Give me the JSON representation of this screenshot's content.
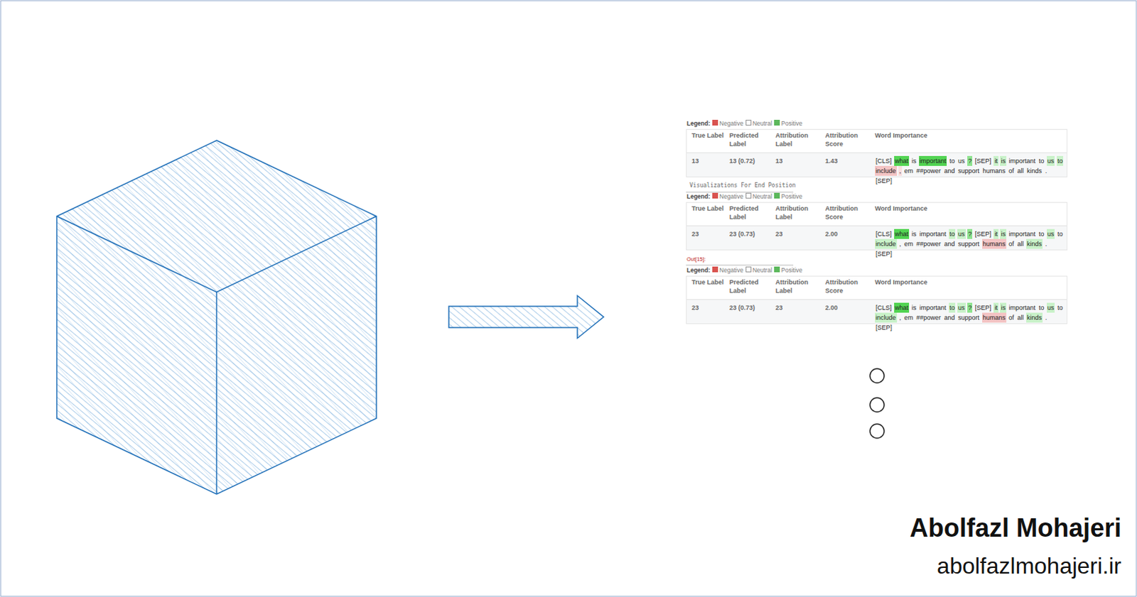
{
  "diagram": {
    "labels": [
      "Legend:",
      "True Label",
      "Predicted Label",
      "Attribution Label",
      "Attribution Score",
      "Word Importance",
      "13",
      "13 (0.72)",
      "13",
      "1.43",
      "[CLS]",
      "what",
      "is",
      "important",
      "to",
      "us",
      "?",
      "[SEP]",
      "it",
      "is",
      "important",
      "to",
      "us",
      "to",
      "include",
      ",",
      "em",
      "##power",
      "and",
      "support",
      "humans",
      "of",
      "all",
      "kinds",
      ".",
      "[SEP]",
      "Visualizations For End Position",
      "Legend:",
      "True Label",
      "Predicted Label",
      "Attribution Label",
      "Attribution Score",
      "Word Importance",
      "23",
      "23 (0.73)",
      "23",
      "2.00",
      "[CLS]",
      "what",
      "is",
      "important",
      "to",
      "us",
      "?",
      "[SEP]",
      "it",
      "is",
      "important",
      "to",
      "us",
      "to",
      "include",
      ",",
      "em",
      "##power",
      "and",
      "support",
      "humans",
      "of",
      "all",
      "kinds",
      ".",
      "[SEP]",
      "Out[15]:",
      "Legend:",
      "True Label",
      "Predicted Label",
      "Attribution Label",
      "Attribution Score",
      "Word Importance",
      "23",
      "23 (0.73)",
      "23",
      "2.00",
      "[CLS]",
      "what",
      "is",
      "important",
      "to",
      "us",
      "?",
      "[SEP]",
      "it",
      "is",
      "important",
      "to",
      "us",
      "to",
      "include",
      ",",
      "em",
      "##power",
      "and",
      "support",
      "humans",
      "of",
      "all",
      "kinds",
      ".",
      "[SEP]",
      "Abolfazl Mohajeri",
      "abolfazlmohajeri.ir"
    ],
    "legend": [
      {
        "text": "Negative",
        "color": "#d9534f"
      },
      {
        "text": "Neutral",
        "color": "#ffffff"
      },
      {
        "text": "Positive",
        "color": "#5cb85c"
      },
      {
        "text": "Negative",
        "color": "#d9534f"
      },
      {
        "text": "Neutral",
        "color": "#ffffff"
      },
      {
        "text": "Positive",
        "color": "#5cb85c"
      },
      {
        "text": "Negative",
        "color": "#d9534f"
      },
      {
        "text": "Neutral",
        "color": "#ffffff"
      },
      {
        "text": "Positive",
        "color": "#5cb85c"
      }
    ]
  }
}
